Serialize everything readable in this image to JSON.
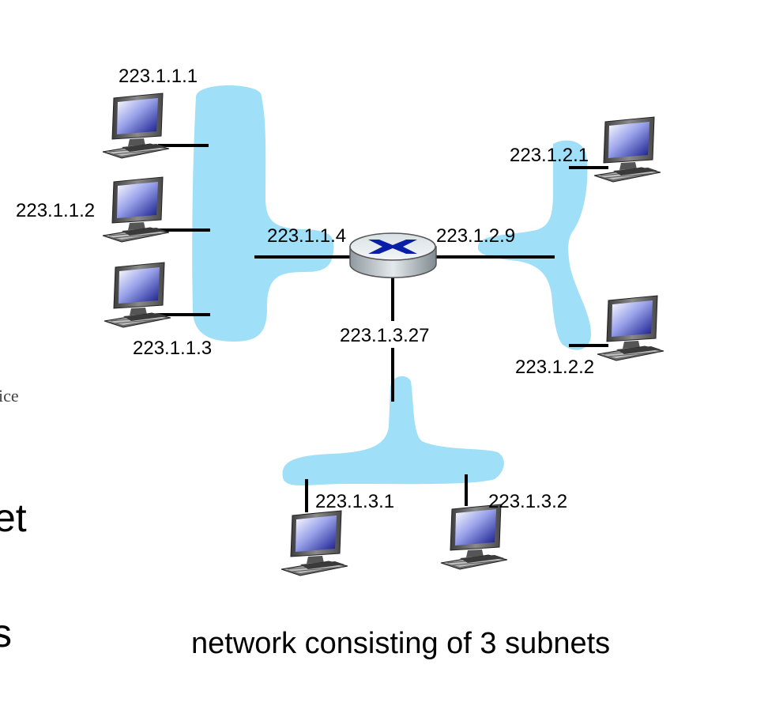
{
  "hosts": {
    "h1": "223.1.1.1",
    "h2": "223.1.1.2",
    "h3": "223.1.1.3",
    "h4": "223.1.2.1",
    "h5": "223.1.2.2",
    "h6": "223.1.3.1",
    "h7": "223.1.3.2"
  },
  "router_interfaces": {
    "if1": "223.1.1.4",
    "if2": "223.1.2.9",
    "if3": "223.1.3.27"
  },
  "caption": "network consisting of 3 subnets",
  "cut_off_text": {
    "left_small": "ice",
    "left_large_1": "et",
    "left_large_2": "s"
  },
  "colors": {
    "subnet": "#9fdff7",
    "router_cross": "#0a1fa8"
  }
}
